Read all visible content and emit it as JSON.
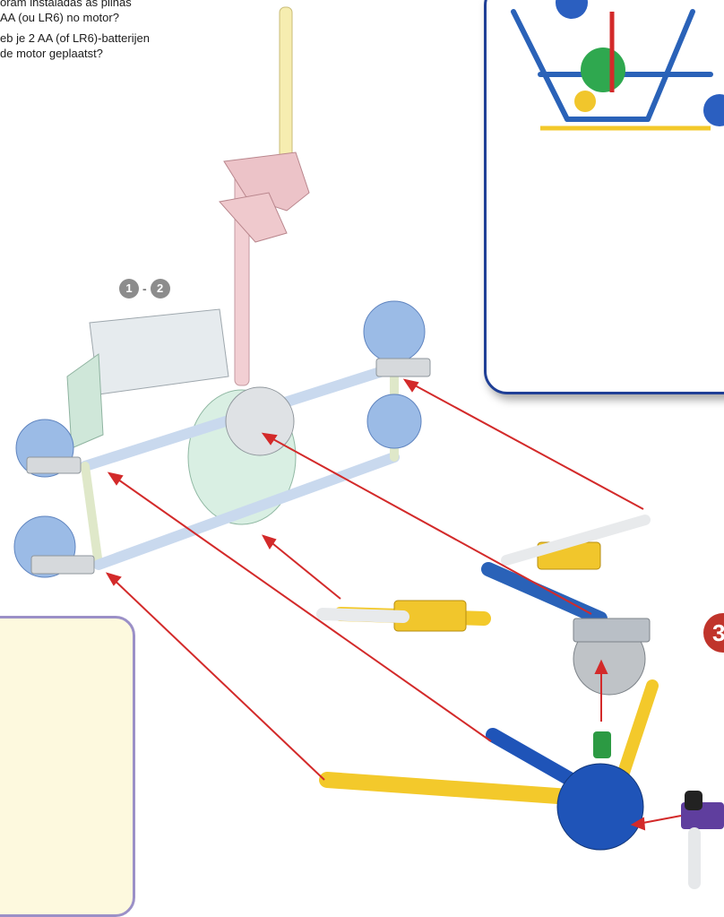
{
  "intro": {
    "line1": "oram instaladas as pilhas",
    "line2": "AA (ou LR6) no motor?",
    "line3": "eb je 2 AA (of LR6)-batterijen",
    "line4": "de motor geplaatst?"
  },
  "step_ref": {
    "from": "1",
    "sep": "-",
    "to": "2"
  },
  "step_badge": "3",
  "colors": {
    "callout_border": "#1f3f96",
    "note_border": "#9b90c7",
    "note_fill": "#fdf9de",
    "step_badge": "#c0342b",
    "arrow": "#d32a2a",
    "rod_yellow": "#f3c92b",
    "rod_blue": "#2a62b8",
    "connector_grey": "#b9bfc6",
    "gear_light_blue": "#9bbbe6",
    "gear_dark_blue": "#1f54b8"
  }
}
